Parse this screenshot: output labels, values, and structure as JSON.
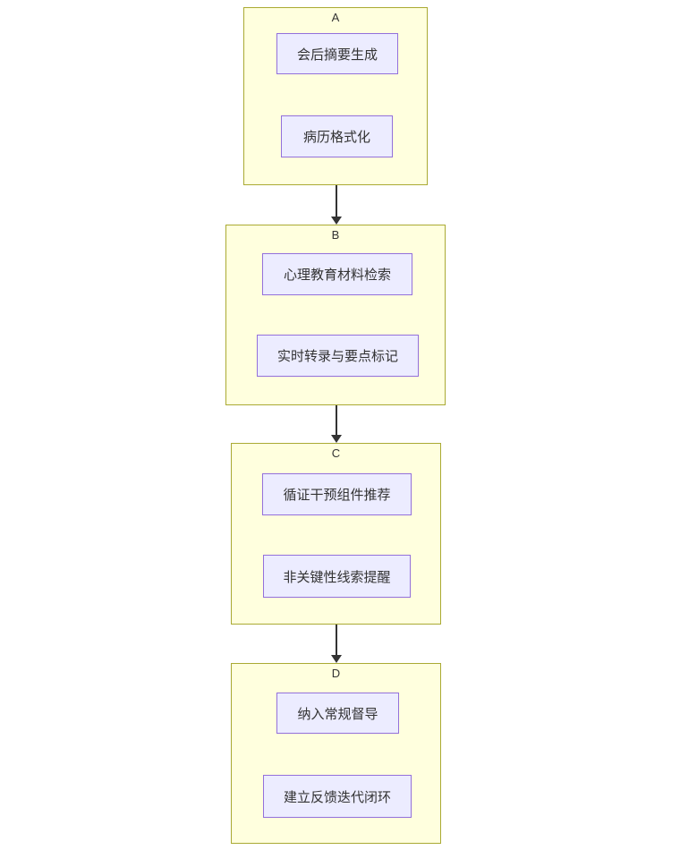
{
  "diagram": {
    "type": "flowchart",
    "direction": "top-down",
    "subgraphs": [
      {
        "label": "A",
        "nodes": [
          {
            "label": "会后摘要生成"
          },
          {
            "label": "病历格式化"
          }
        ]
      },
      {
        "label": "B",
        "nodes": [
          {
            "label": "心理教育材料检索"
          },
          {
            "label": "实时转录与要点标记"
          }
        ]
      },
      {
        "label": "C",
        "nodes": [
          {
            "label": "循证干预组件推荐"
          },
          {
            "label": "非关键性线索提醒"
          }
        ]
      },
      {
        "label": "D",
        "nodes": [
          {
            "label": "纳入常规督导"
          },
          {
            "label": "建立反馈迭代闭环"
          }
        ]
      }
    ],
    "edges": [
      {
        "from": "A",
        "to": "B"
      },
      {
        "from": "B",
        "to": "C"
      },
      {
        "from": "C",
        "to": "D"
      }
    ]
  },
  "colors": {
    "background": "#ffffff",
    "subgraph_fill": "#ffffde",
    "subgraph_border": "#aaaa33",
    "node_fill": "#ececff",
    "node_border": "#9370db",
    "edge": "#333333",
    "text": "#333333"
  }
}
